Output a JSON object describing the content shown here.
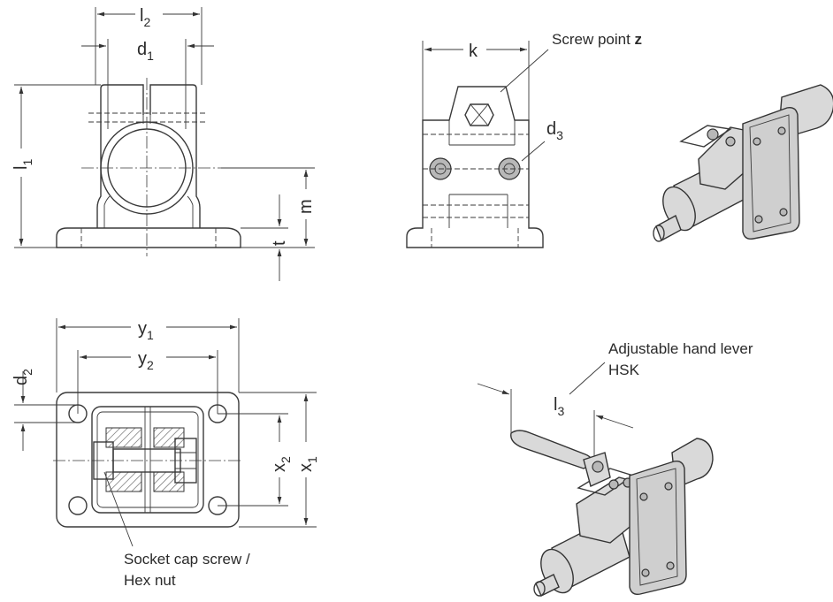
{
  "dimensions": {
    "l2": {
      "base": "l",
      "sub": "2"
    },
    "d1": {
      "base": "d",
      "sub": "1"
    },
    "l1": {
      "base": "l",
      "sub": "1"
    },
    "m": {
      "base": "m"
    },
    "t": {
      "base": "t"
    },
    "k": {
      "base": "k"
    },
    "d3": {
      "base": "d",
      "sub": "3"
    },
    "y1": {
      "base": "y",
      "sub": "1"
    },
    "y2": {
      "base": "y",
      "sub": "2"
    },
    "d2": {
      "base": "d",
      "sub": "2"
    },
    "x1": {
      "base": "x",
      "sub": "1"
    },
    "x2": {
      "base": "x",
      "sub": "2"
    },
    "l3": {
      "base": "l",
      "sub": "3"
    }
  },
  "callouts": {
    "screw_point": {
      "text": "Screw point ",
      "bold": "z"
    },
    "socket_cap": {
      "line1": "Socket cap screw /",
      "line2": "Hex nut"
    },
    "hand_lever": {
      "line1": "Adjustable hand lever",
      "line2": "HSK"
    }
  }
}
